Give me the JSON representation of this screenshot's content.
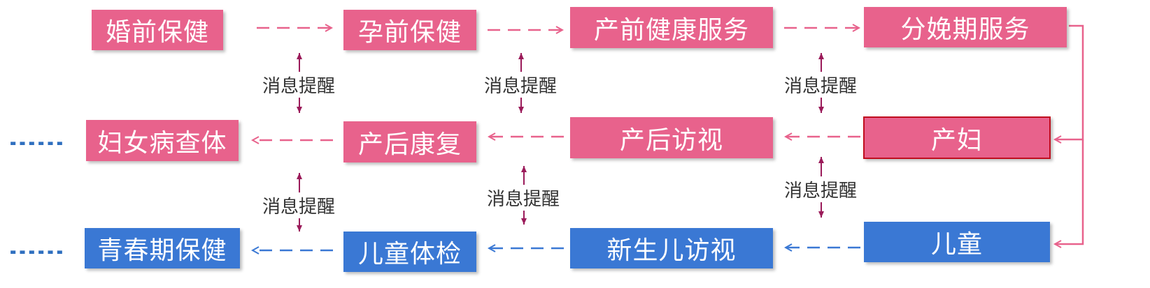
{
  "colors": {
    "pink_box": "#e8628c",
    "blue_box": "#3a78d4",
    "pink_arrow": "#e8628c",
    "blue_arrow": "#3a78d4",
    "reminder_arrow": "#9b1b5a",
    "highlight_border": "#c00d1e"
  },
  "row1": {
    "premarital": "婚前保健",
    "prepregnancy": "孕前保健",
    "prenatal": "产前健康服务",
    "delivery": "分娩期服务"
  },
  "row2": {
    "puerpera": "产妇",
    "postpartum_visit": "产后访视",
    "postpartum_recovery": "产后康复",
    "gyn_checkup": "妇女病查体",
    "continuation": "……"
  },
  "row3": {
    "child": "儿童",
    "newborn_visit": "新生儿访视",
    "child_checkup": "儿童体检",
    "adolescent": "青春期保健",
    "continuation": "……"
  },
  "reminder_label": "消息提醒"
}
